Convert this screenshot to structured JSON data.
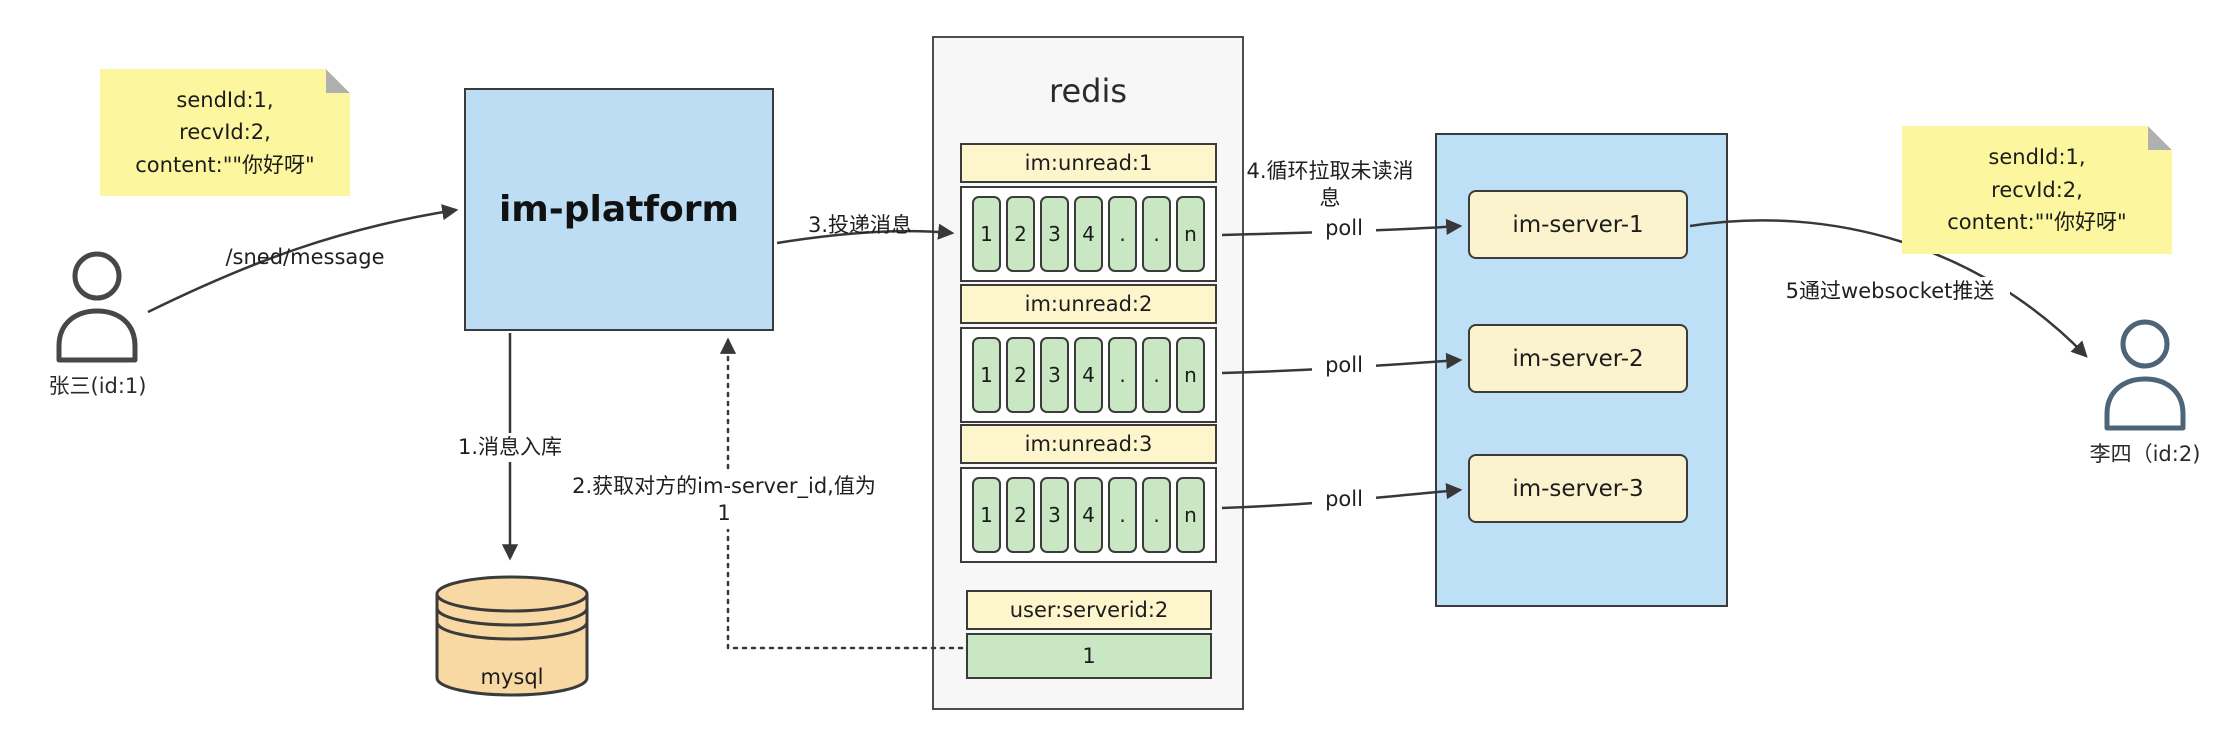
{
  "colors": {
    "platform_fill": "#bdddf5",
    "server_group_fill": "#bee0f7",
    "server_box_fill": "#fbf3cd",
    "queue_header_fill": "#fdf6cd",
    "queue_cell_fill": "#c9e7c3",
    "note_fill": "#fcf79e",
    "mysql_fill": "#f8d9a3",
    "line_color": "#383838"
  },
  "notes": {
    "left": {
      "lines": [
        "sendId:1,",
        "recvId:2,",
        "content:\"\"你好呀\""
      ]
    },
    "right": {
      "lines": [
        "sendId:1,",
        "recvId:2,",
        "content:\"\"你好呀\""
      ]
    }
  },
  "actors": {
    "sender": {
      "label": "张三(id:1)"
    },
    "receiver": {
      "label": "李四（id:2)"
    }
  },
  "platform": {
    "label": "im-platform"
  },
  "database": {
    "label": "mysql"
  },
  "redis": {
    "title": "redis",
    "queues": [
      {
        "label": "im:unread:1",
        "cells": [
          "1",
          "2",
          "3",
          "4",
          ".",
          ".",
          "n"
        ]
      },
      {
        "label": "im:unread:2",
        "cells": [
          "1",
          "2",
          "3",
          "4",
          ".",
          ".",
          "n"
        ]
      },
      {
        "label": "im:unread:3",
        "cells": [
          "1",
          "2",
          "3",
          "4",
          ".",
          ".",
          "n"
        ]
      }
    ],
    "server_map": {
      "label": "user:serverid:2",
      "value": "1"
    }
  },
  "servers": [
    {
      "label": "im-server-1"
    },
    {
      "label": "im-server-2"
    },
    {
      "label": "im-server-3"
    }
  ],
  "edges": {
    "send_message": "/sned/message",
    "store_db": "1.消息入库",
    "get_server_id": "2.获取对方的im-server_id,值为1",
    "deliver": "3.投递消息",
    "poll_loop": "4.循环拉取未读消息",
    "poll_1": "poll",
    "poll_2": "poll",
    "poll_3": "poll",
    "websocket_push": "5通过websocket推送"
  }
}
